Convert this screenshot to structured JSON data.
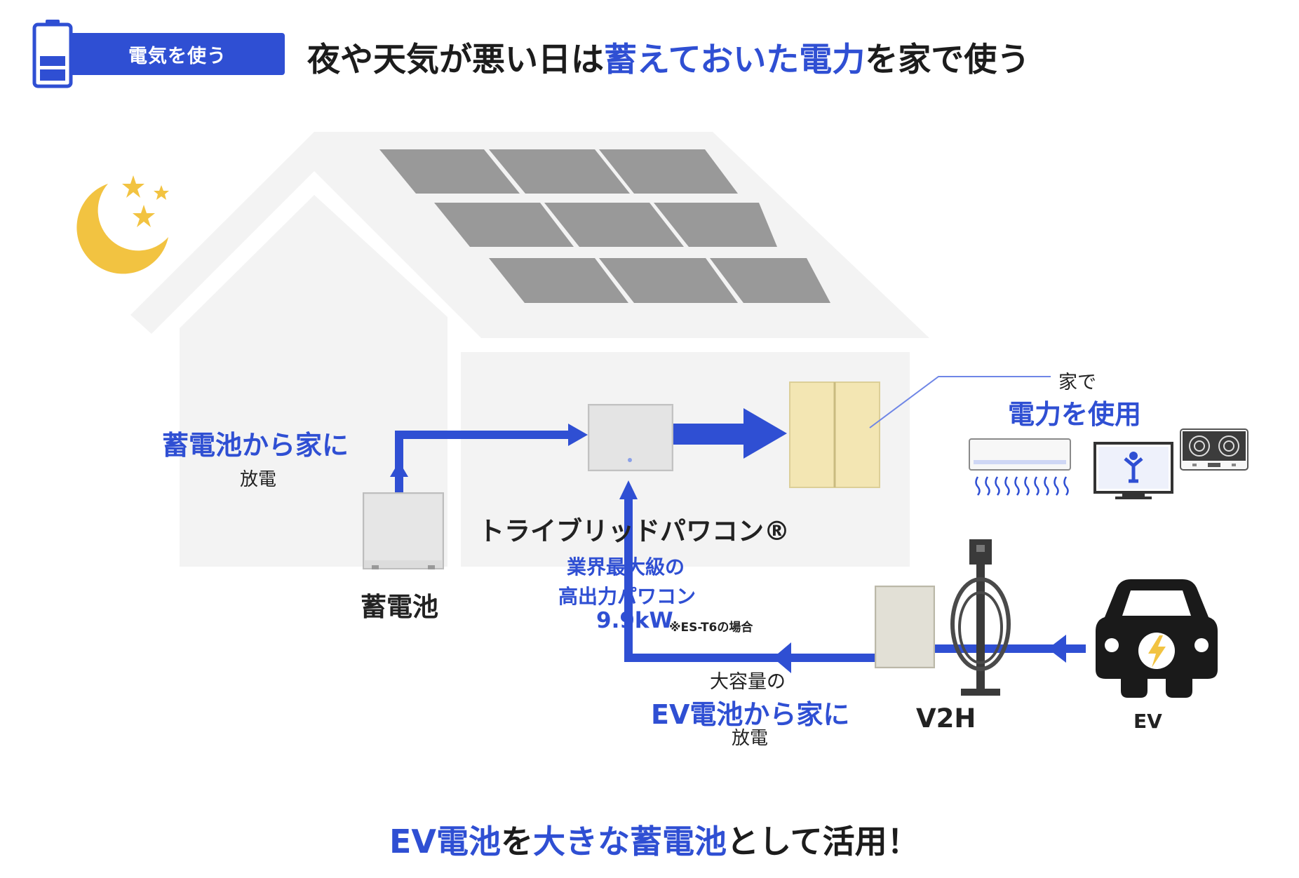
{
  "header": {
    "badge": "電気を使う",
    "title_part1": "夜や天気が悪い日は",
    "title_highlight": "蓄えておいた電力",
    "title_part2": "を家で使う"
  },
  "labels": {
    "battery_to_home": "蓄電池から家に",
    "battery_discharge": "放電",
    "battery": "蓄電池",
    "power_conditioner": "トライブリッドパワコン®",
    "industry_max_1": "業界最大級の",
    "industry_max_2": "高出力パワコン",
    "output_value": "9.9kW",
    "output_note": "※ES-T6の場合",
    "home_use_1": "家で",
    "home_use_2": "電力を使用",
    "large_capacity": "大容量の",
    "ev_to_home": "EV電池から家に",
    "ev_discharge": "放電",
    "v2h": "V2H",
    "ev": "EV"
  },
  "footer": {
    "part1": "EV電池",
    "part2": "を",
    "part3": "大きな蓄電池",
    "part4": "として活用！"
  },
  "colors": {
    "accent_blue": "#2f4fd3",
    "house": "#f3f3f3",
    "solar_panel": "#999999",
    "moon": "#f2c341",
    "distribution_board": "#f3e6b3"
  }
}
